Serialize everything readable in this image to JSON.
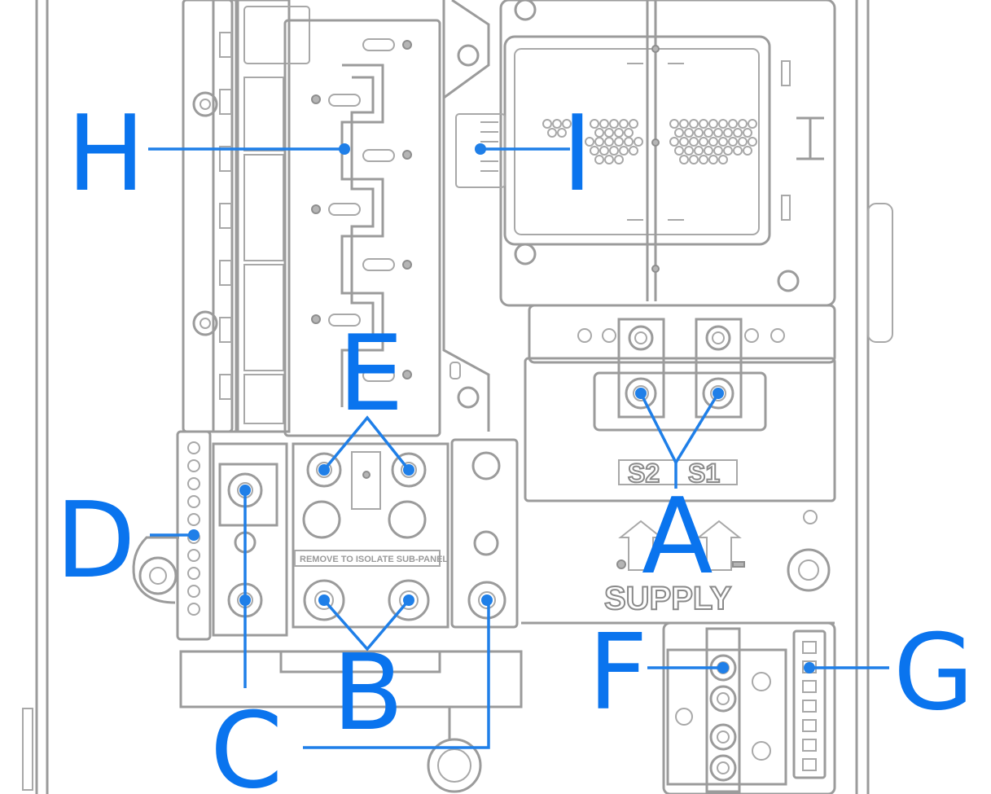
{
  "labels": {
    "A": "A",
    "B": "B",
    "C": "C",
    "D": "D",
    "E": "E",
    "F": "F",
    "G": "G",
    "H": "H",
    "I": "I"
  },
  "embossed": {
    "s2": "S2",
    "s1": "S1",
    "supply": "SUPPLY",
    "isolate_note": "REMOVE TO ISOLATE SUB-PANEL"
  },
  "colors": {
    "callout": "#0a74ee",
    "leader": "#1f7fe8",
    "line_art": "#9b9b9b"
  }
}
